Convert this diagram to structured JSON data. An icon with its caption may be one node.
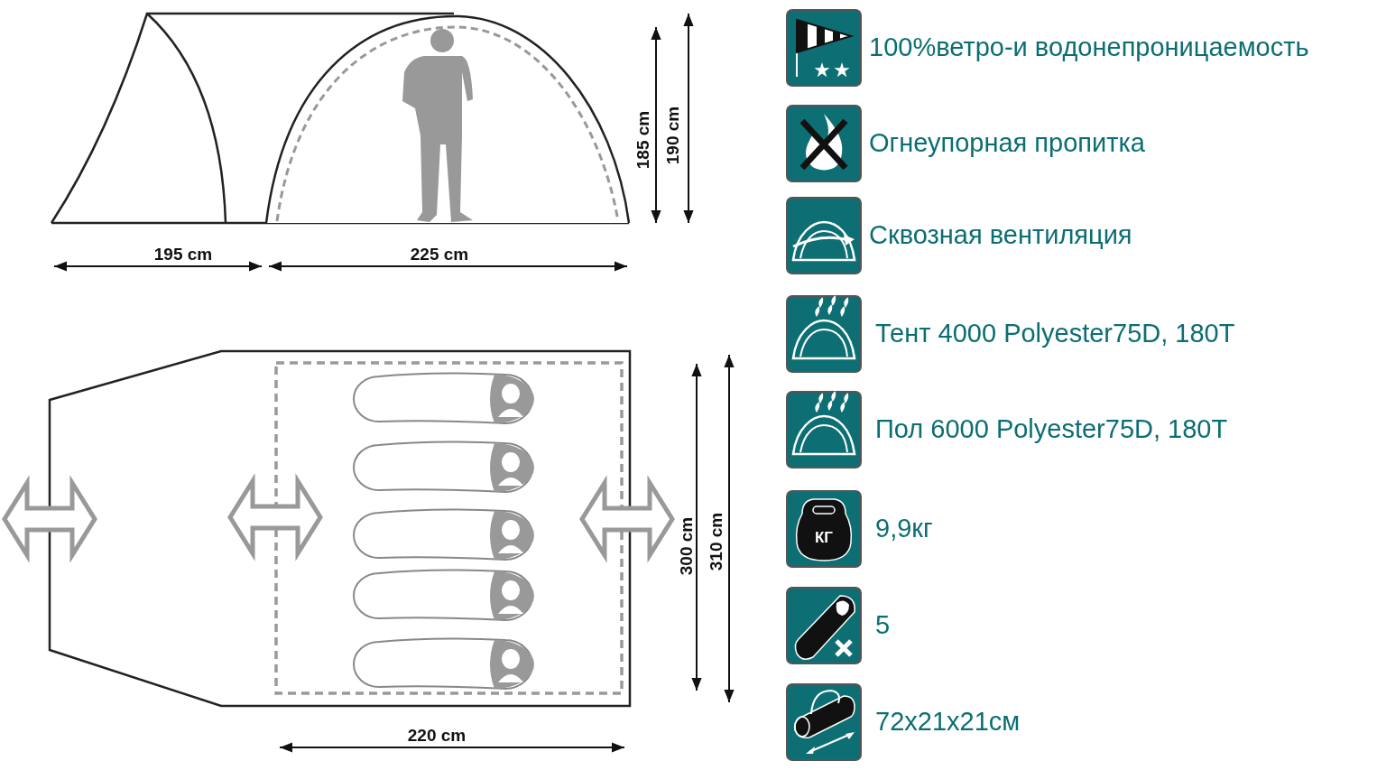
{
  "diagram": {
    "labels": [
      "195 cm",
      "225 cm",
      "185 cm",
      "190 cm",
      "300 cm",
      "310 cm",
      "220 cm",
      "100%ветро-и водонепроницаемость",
      "Огнеупорная пропитка",
      "Сквозная вентиляция",
      "Тент 4000 Polyester75D, 180T",
      "Пол 6000 Polyester75D, 180T",
      "9,9кг",
      "5",
      "72x21x21см",
      "КГ"
    ]
  }
}
